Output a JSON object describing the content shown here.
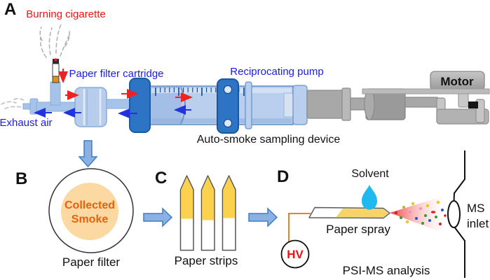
{
  "figure": {
    "panels": {
      "a": {
        "label": "A",
        "burning_cigarette_label": "Burning cigarette",
        "paper_filter_cartridge_label": "Paper filter cartridge",
        "reciprocating_pump_label": "Reciprocating pump",
        "exhaust_air_label": "Exhaust air",
        "motor_label": "Motor",
        "device_caption": "Auto-smoke sampling device"
      },
      "b": {
        "label": "B",
        "collected_smoke_line1": "Collected",
        "collected_smoke_line2": "Smoke",
        "caption": "Paper filter"
      },
      "c": {
        "label": "C",
        "caption": "Paper strips"
      },
      "d": {
        "label": "D",
        "solvent_label": "Solvent",
        "paper_spray_label": "Paper spray",
        "hv_label": "HV",
        "ms_inlet_line1": "MS",
        "ms_inlet_line2": "inlet",
        "caption": "PSI-MS analysis"
      }
    },
    "colors": {
      "label_red": "#ee1414",
      "label_blue": "#1a1aee",
      "collected_smoke_text": "#e8600d",
      "tube_light_blue": "#a6c3e9",
      "syringe_dark_blue": "#2e74c4",
      "strip_yellow": "#fbd14d",
      "filter_spot_orange": "#fcd9a2",
      "droplet_blue": "#1db9ef",
      "wire_orange": "#f08020",
      "spray_red": "#ee3333",
      "metal_gray": "#a8a8a8"
    }
  }
}
